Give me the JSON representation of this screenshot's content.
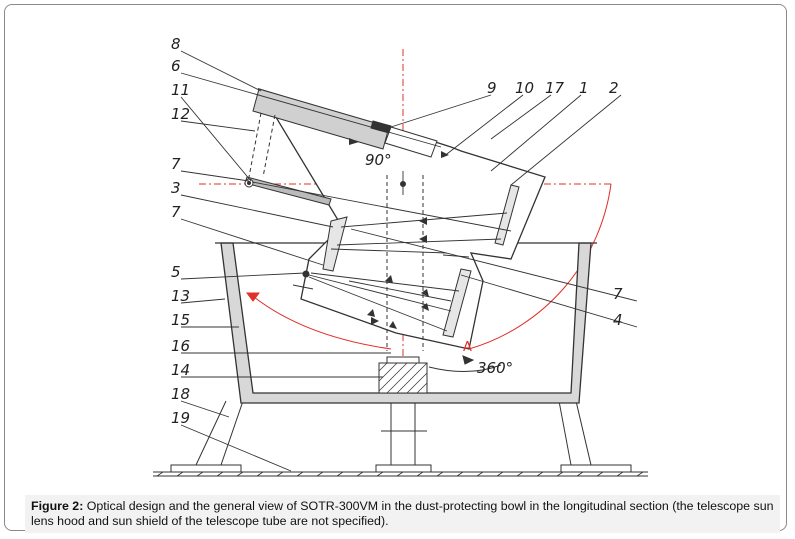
{
  "figure": {
    "labels_left": [
      "8",
      "6",
      "11",
      "12",
      "7",
      "3",
      "7",
      "5",
      "13",
      "15",
      "16",
      "14",
      "18",
      "19"
    ],
    "labels_top": [
      "9",
      "10",
      "17",
      "1",
      "2"
    ],
    "labels_right": [
      "7",
      "4"
    ],
    "angle_90": "90°",
    "angle_360": "360°",
    "point_a": "A"
  },
  "caption": {
    "label": "Figure 2:",
    "text": " Optical design and the general view of SOTR-300VM in the dust-protecting bowl in the longitudinal section (the telescope sun lens hood and sun shield of the telescope tube are not specified)."
  },
  "colors": {
    "line": "#333333",
    "red": "#e0302a",
    "caption_bg": "#f2f2f2"
  }
}
